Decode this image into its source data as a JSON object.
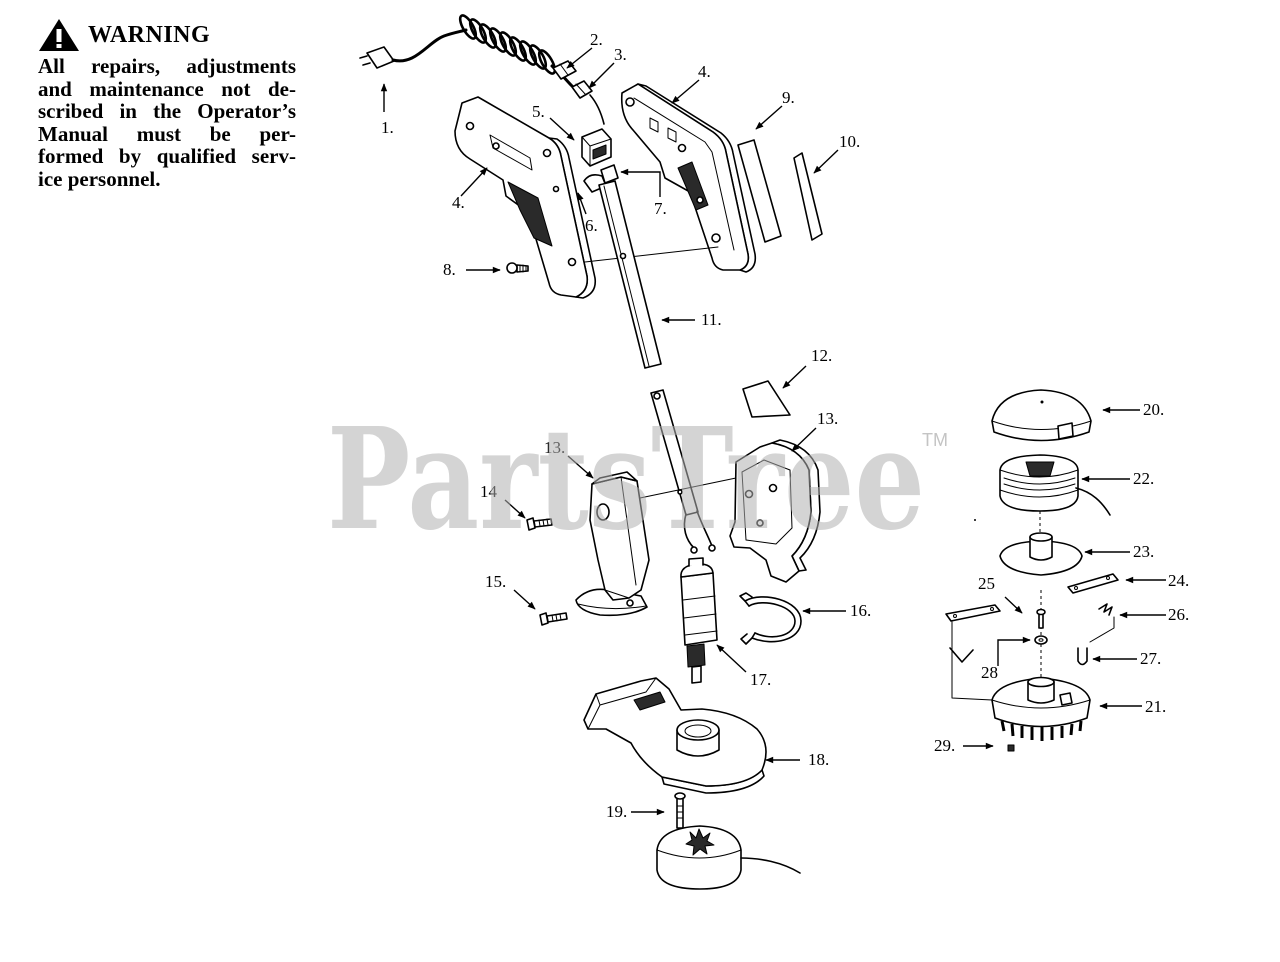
{
  "warning": {
    "icon": "warning-triangle-icon",
    "title": "WARNING",
    "lines": [
      "All repairs, adjustments",
      "and maintenance not de-",
      "scribed in the Operator’s",
      "Manual must be per-",
      "formed by qualified serv-",
      "ice personnel."
    ]
  },
  "watermark": {
    "brand": "PartsTree",
    "trademark": "TM"
  },
  "colors": {
    "ink": "#000000",
    "watermark": "#b0b0b0"
  },
  "callouts": {
    "c1": "1.",
    "c2": "2.",
    "c3": "3.",
    "c4_upper": "4.",
    "c4_lower": "4.",
    "c5": "5.",
    "c6": "6.",
    "c7": "7.",
    "c8": "8.",
    "c9": "9.",
    "c10": "10.",
    "c11": "11.",
    "c12": "12.",
    "c13_right": "13.",
    "c13_left": "13.",
    "c14": "14",
    "c15": "15.",
    "c16": "16.",
    "c17": "17.",
    "c18": "18.",
    "c19": "19.",
    "c20": "20.",
    "c21": "21.",
    "c22": "22.",
    "c23": "23.",
    "c24": "24.",
    "c25": "25",
    "c26": "26.",
    "c27": "27.",
    "c28": "28",
    "c29": "29."
  }
}
